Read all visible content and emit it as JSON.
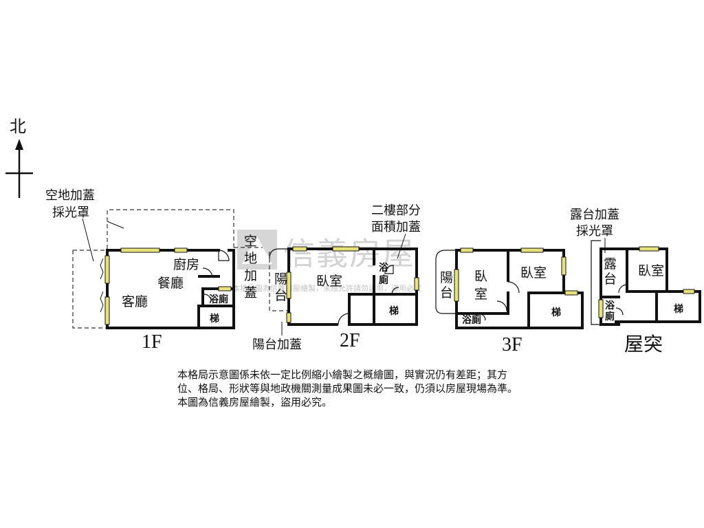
{
  "compass": {
    "north_label": "北"
  },
  "watermark": {
    "brand": "信義房屋",
    "small_text": "本格局圖為信義房屋繪製，未經允許請勿盜用，盜用必究"
  },
  "floors": {
    "f1": {
      "label": "1F",
      "rooms": {
        "kitchen": "廚房",
        "dining": "餐廳",
        "living": "客廳",
        "bath": "浴廁",
        "stairs": "梯"
      },
      "addition_label_lines": [
        "空地加蓋",
        "採光罩"
      ],
      "vertical_label": [
        "空",
        "地",
        "加",
        "蓋"
      ]
    },
    "f2": {
      "label": "2F",
      "rooms": {
        "bedroom": "臥室",
        "bath_top": "浴",
        "bath_bottom": "廁",
        "stairs": "梯",
        "balcony_top": "陽",
        "balcony_bottom": "台"
      },
      "addition_label_lines": [
        "二樓部分",
        "面積加蓋"
      ],
      "balcony_addition_label": "陽台加蓋"
    },
    "f3": {
      "label": "3F",
      "rooms": {
        "bedroom_left_top": "臥",
        "bedroom_left_bottom": "室",
        "bedroom_right": "臥室",
        "balcony_top": "陽",
        "balcony_bottom": "台",
        "bath": "浴廁",
        "stairs": "梯"
      }
    },
    "roof": {
      "label": "屋突",
      "rooms": {
        "terrace_top": "露",
        "terrace_bottom": "台",
        "bedroom": "臥室",
        "bath_top": "浴",
        "bath_bottom": "廁",
        "stairs": "梯"
      },
      "addition_label_lines": [
        "露台加蓋",
        "採光罩"
      ]
    }
  },
  "disclaimer": {
    "lines": [
      "本格局示意圖係未依一定比例縮小繪製之概繪圖，與實況仍有差距；其方",
      "位、格局、形狀等與地政機關測量成果圖未必一致，仍須以房屋現場為準。",
      "本圖為信義房屋繪製，盜用必究。"
    ]
  },
  "colors": {
    "wall": "#111111",
    "window": "#e8e27a",
    "dashed": "#333333",
    "watermark": "#a0a0a0"
  }
}
